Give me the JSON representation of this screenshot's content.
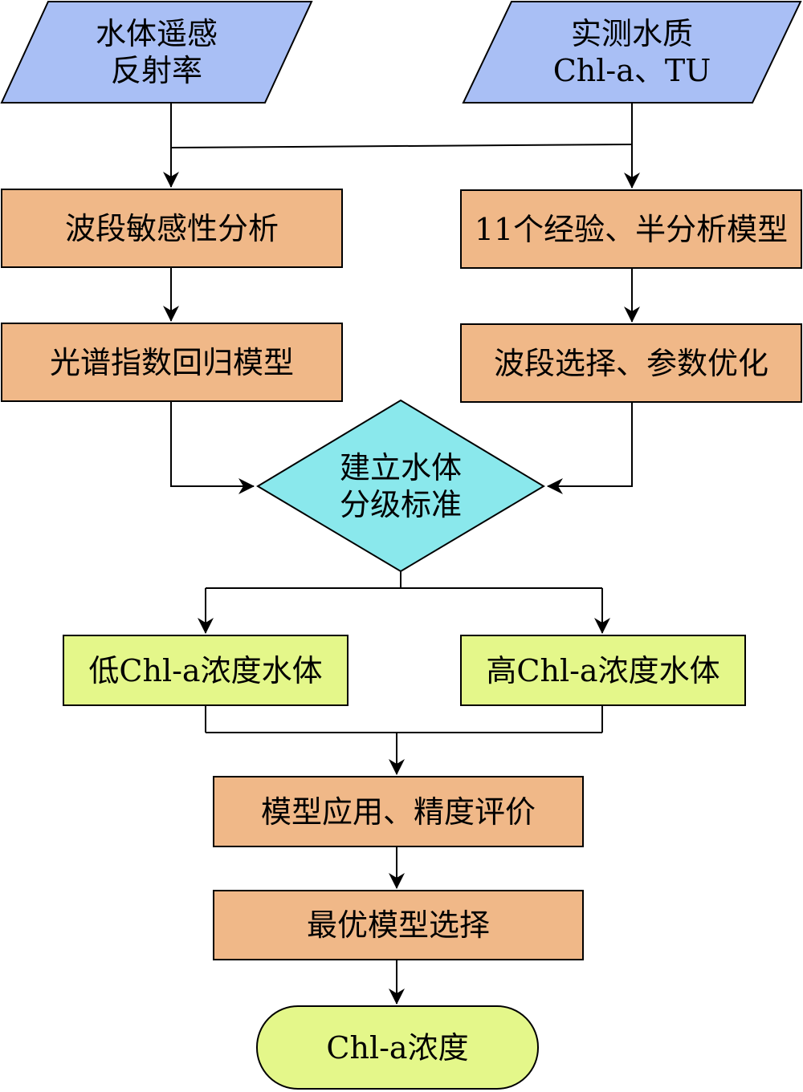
{
  "colors": {
    "input": "#a9bff5",
    "process": "#f0b888",
    "decision": "#8ae8ec",
    "category": "#e4f78a",
    "terminal": "#e4f78a",
    "stroke": "#000000",
    "background": "#ffffff"
  },
  "nodes": {
    "input_reflectance": {
      "line1": "水体遥感",
      "line2": "反射率"
    },
    "input_measured": {
      "line1": "实测水质",
      "line2": "Chl-a、TU"
    },
    "band_sensitivity": {
      "label": "波段敏感性分析"
    },
    "empirical_models": {
      "label": "11个经验、半分析模型"
    },
    "spectral_index": {
      "label": "光谱指数回归模型"
    },
    "band_selection": {
      "label": "波段选择、参数优化"
    },
    "classification": {
      "line1": "建立水体",
      "line2": "分级标准"
    },
    "low_chla": {
      "label": "低Chl-a浓度水体"
    },
    "high_chla": {
      "label": "高Chl-a浓度水体"
    },
    "model_application": {
      "label": "模型应用、精度评价"
    },
    "best_model": {
      "label": "最优模型选择"
    },
    "output": {
      "label": "Chl-a浓度"
    }
  }
}
